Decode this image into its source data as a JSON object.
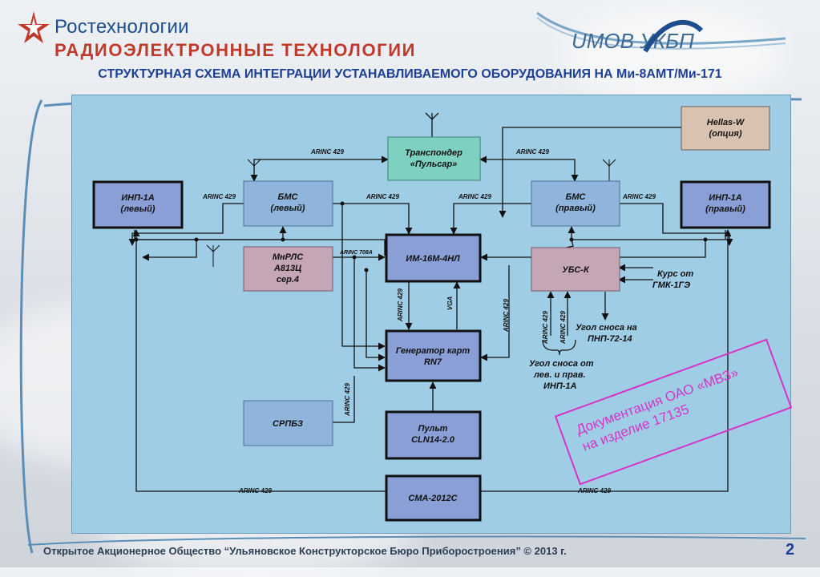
{
  "header": {
    "brand_top": "Ростехнологии",
    "brand_bottom": "РАДИОЭЛЕКТРОННЫЕ ТЕХНОЛОГИИ",
    "partner_logo": "UМОВ УКБП"
  },
  "title": "СТРУКТУРНАЯ СХЕМА ИНТЕГРАЦИИ УСТАНАВЛИВАЕМОГО ОБОРУДОВАНИЯ НА Ми-8АМТ/Ми-171",
  "diagram": {
    "blocks": {
      "hellas": [
        "Hellas-W",
        "(опция)"
      ],
      "transponder": [
        "Транспондер",
        "«Пульсар»"
      ],
      "bms_left": [
        "БМС",
        "(левый)"
      ],
      "bms_right": [
        "БМС",
        "(правый)"
      ],
      "inp_left": [
        "ИНП-1А",
        "(левый)"
      ],
      "inp_right": [
        "ИНП-1А",
        "(правый)"
      ],
      "mnrls": [
        "МнРЛС",
        "А813Ц",
        "сер.4"
      ],
      "im16": [
        "ИМ-16М-4НЛ"
      ],
      "ubs": [
        "УБС-К"
      ],
      "generator": [
        "Генератор карт",
        "RN7"
      ],
      "srpbz": [
        "СРПБЗ"
      ],
      "pult": [
        "Пульт",
        "CLN14-2.0"
      ],
      "cma": [
        "СМА-2012С"
      ]
    },
    "labels": {
      "arinc429": "ARINC 429",
      "arinc708": "ARINC 708A",
      "vga": "VGA",
      "kurs": [
        "Курс от",
        "ГМК-1ГЭ"
      ],
      "ugol_pnp": [
        "Угол сноса на",
        "ПНП-72-14"
      ],
      "ugol_inp": [
        "Угол сноса от",
        "лев. и прав.",
        "ИНП-1А"
      ]
    }
  },
  "stamp": [
    "Документация ОАО «МВЗ»",
    "на изделие 17135"
  ],
  "footer": "Открытое Акционерное Общество “Ульяновское Конструкторское Бюро Приборостроения” © 2013 г.",
  "page_number": "2",
  "colors": {
    "title": "#1d3f95",
    "brand_red": "#c0392b",
    "diagram_bg": "#9fcde5",
    "block_light": "#8fb5dc",
    "block_dark": "#8a9fd6",
    "block_pink": "#c5a6b6",
    "block_green": "#7ed1c0",
    "block_tan": "#d9c3b0",
    "stamp": "#d633c7"
  }
}
